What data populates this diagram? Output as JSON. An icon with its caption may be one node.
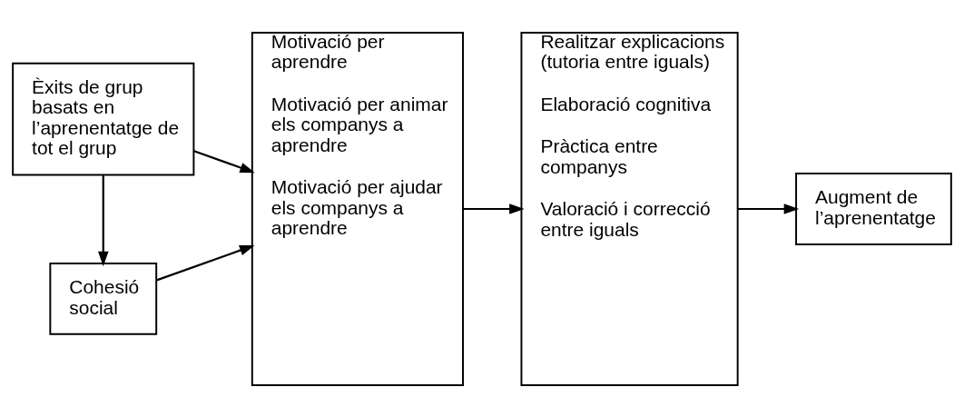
{
  "diagram": {
    "nodes": [
      {
        "text": [
          "Èxits de grup basats en l’aprenentatge de tot el grup"
        ]
      },
      {
        "text": [
          "Cohesió social"
        ]
      },
      {
        "text": [
          "Motivació per aprendre",
          "Motivació per animar els companys a aprendre",
          "Motivació per ajudar els companys a aprendre"
        ]
      },
      {
        "text": [
          "Realitzar explicacions (tutoria entre iguals)",
          "Elaboració cognitiva",
          "Pràctica entre companys",
          "Valoració i correcció entre iguals"
        ]
      },
      {
        "text": [
          "Augment de l’aprenentatge"
        ]
      }
    ],
    "edges": [
      {
        "from": 0,
        "to": 2,
        "arrow": "to"
      },
      {
        "from": 0,
        "to": 1,
        "arrow": "to"
      },
      {
        "from": 1,
        "to": 2,
        "arrow": "to"
      },
      {
        "from": 2,
        "to": 3,
        "arrow": "to"
      },
      {
        "from": 3,
        "to": 4,
        "arrow": "to"
      }
    ]
  }
}
